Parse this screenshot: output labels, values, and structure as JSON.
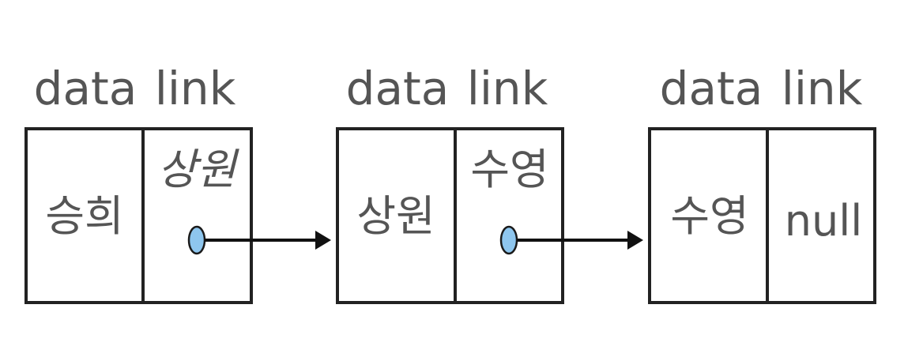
{
  "nodes": [
    {
      "data_header": "data",
      "link_header": "link",
      "data_value": "승희",
      "link_value": "상원"
    },
    {
      "data_header": "data",
      "link_header": "link",
      "data_value": "상원",
      "link_value": "수영"
    },
    {
      "data_header": "data",
      "link_header": "link",
      "data_value": "수영",
      "link_value": "null"
    }
  ],
  "colors": {
    "pointer_dot": "#8ec6ee",
    "outline": "#222222",
    "text": "#555555"
  }
}
